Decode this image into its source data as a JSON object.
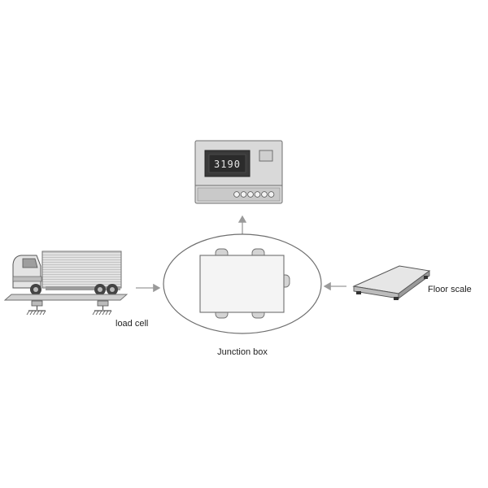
{
  "indicator": {
    "display_value": "3190"
  },
  "labels": {
    "load_cell": "load cell",
    "junction_box": "Junction box",
    "floor_scale": "Floor scale"
  },
  "colors": {
    "line": "#6f6f6f",
    "device_fill": "#d9d9d9",
    "display_fill": "#3a3a3a",
    "display_text": "#e6e6e6",
    "arrow": "#9a9a9a"
  }
}
